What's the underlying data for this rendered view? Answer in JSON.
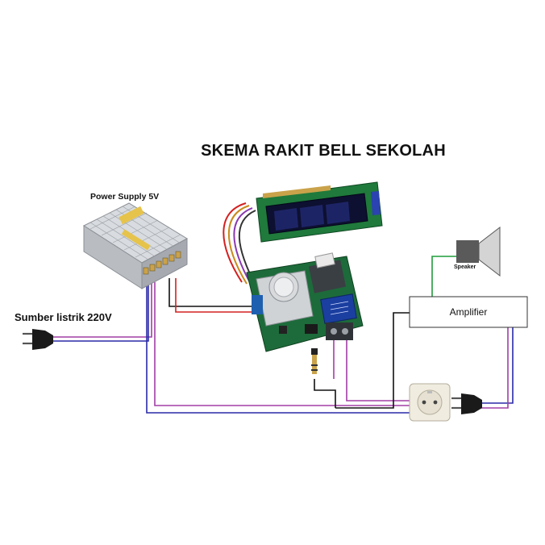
{
  "title": "SKEMA RAKIT BELL SEKOLAH",
  "labels": {
    "power_supply": "Power Supply 5V",
    "source": "Sumber listrik 220V",
    "amplifier": "Amplifier",
    "speaker": "Speaker"
  },
  "colors": {
    "wire_purple": "#a23ea6",
    "wire_blue": "#2a2aa8",
    "wire_red": "#d42020",
    "wire_black": "#111111",
    "wire_green": "#1f9d3a",
    "pcb_green": "#1d6b3a",
    "lcd_green": "#1f7a3c",
    "relay_blue": "#1b3fa0"
  }
}
